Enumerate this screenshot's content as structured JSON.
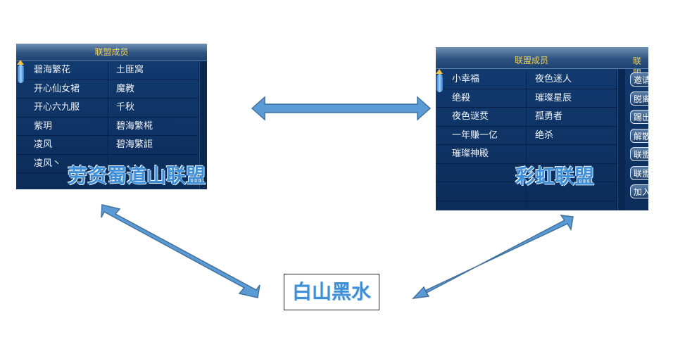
{
  "left_alliance": {
    "header": "联盟成员",
    "name": "劳资蜀道山联盟",
    "members": [
      [
        "碧海繁花",
        "土匪窝"
      ],
      [
        "开心仙女裙",
        "魔教"
      ],
      [
        "开心六九服",
        "千秋"
      ],
      [
        "紫玥",
        "碧海繁椛"
      ],
      [
        "凌风",
        "碧海繁詎"
      ],
      [
        "凌风丶",
        ""
      ]
    ]
  },
  "right_alliance": {
    "header": "联盟成员",
    "side_header": "联盟",
    "name": "彩虹联盟",
    "members": [
      [
        "小幸福",
        "夜色迷人"
      ],
      [
        "绝殺",
        "璀璨星辰"
      ],
      [
        "夜色谜烎",
        "孤勇者"
      ],
      [
        "一年赚一亿",
        "绝杀"
      ],
      [
        "璀璨神殿",
        ""
      ]
    ],
    "side_buttons": [
      "邀请",
      "脱离",
      "踢出",
      "解散",
      "联盟",
      "联盟",
      "加入"
    ]
  },
  "center_label": "白山黑水",
  "colors": {
    "arrow_fill": "#5b9bd5",
    "arrow_stroke": "#41719c",
    "title_blue": "#3f8fd8",
    "header_gold": "#f2d25a"
  }
}
